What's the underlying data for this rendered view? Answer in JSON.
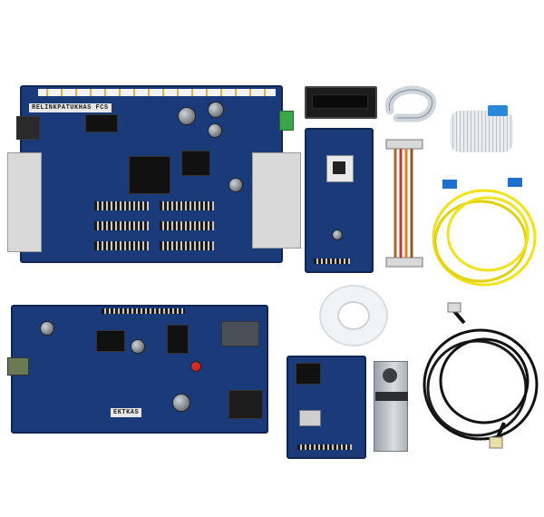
{
  "scene": {
    "background": "#ffffff",
    "items": [
      {
        "name": "main-board",
        "silk_top": "RELINKPATUKHAS FCS",
        "silk_mid": "",
        "color": "#1b3a7a"
      },
      {
        "name": "lcd-display"
      },
      {
        "name": "flat-ribbon-cable"
      },
      {
        "name": "white-ribbon-roll"
      },
      {
        "name": "control-panel-board"
      },
      {
        "name": "wire-harness"
      },
      {
        "name": "yellow-fiber-cable",
        "color": "#f2e21b",
        "connector_color": "#1f6fd1"
      },
      {
        "name": "second-board",
        "silk_label": "EKTKAS",
        "color": "#1b3a7a"
      },
      {
        "name": "white-tape-roll"
      },
      {
        "name": "small-board"
      },
      {
        "name": "metal-bracket"
      },
      {
        "name": "black-network-cable",
        "color": "#111111"
      }
    ]
  }
}
